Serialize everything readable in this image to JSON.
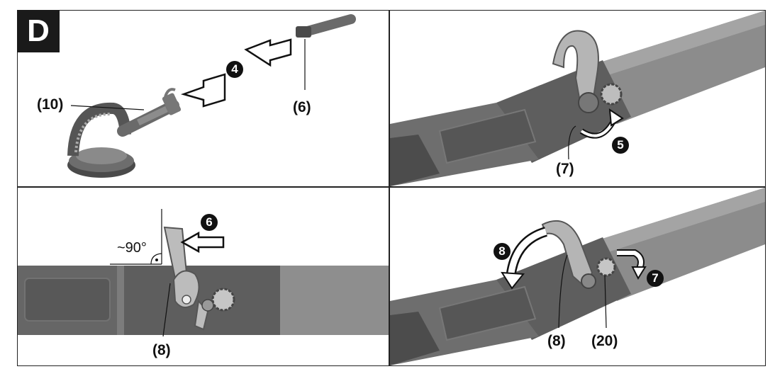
{
  "figure": {
    "letter": "D",
    "panels": [
      {
        "id": "p1",
        "callouts": [
          "(10)",
          "(6)"
        ],
        "steps": [
          "4"
        ]
      },
      {
        "id": "p2",
        "callouts": [
          "(7)"
        ],
        "steps": [
          "5"
        ]
      },
      {
        "id": "p3",
        "callouts": [
          "(8)"
        ],
        "steps": [
          "6"
        ],
        "angle": "~90°"
      },
      {
        "id": "p4",
        "callouts": [
          "(8)",
          "(20)"
        ],
        "steps": [
          "8",
          "7"
        ]
      }
    ]
  },
  "colors": {
    "tool_dark": "#5e5e5e",
    "tool_mid": "#8a8a8a",
    "tool_light": "#b9b9b9",
    "ink": "#111111"
  }
}
